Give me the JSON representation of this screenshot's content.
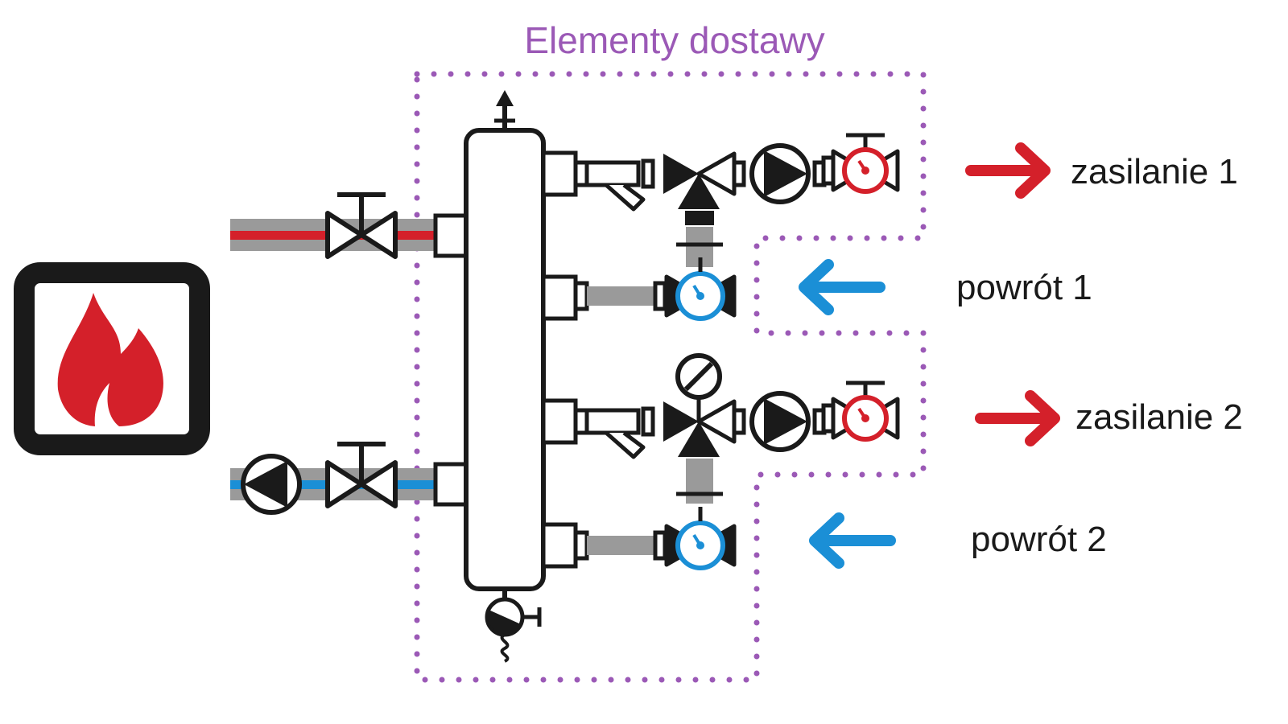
{
  "title": "Elementy dostawy",
  "labels": {
    "supply_1": "zasilanie 1",
    "return_1": "powrót 1",
    "supply_2": "zasilanie 2",
    "return_2": "powrót 2"
  },
  "colors": {
    "supply": "#d4202a",
    "return": "#1b8fd6",
    "boundary": "#9b59b6",
    "pipe": "#9a9a9a",
    "outline": "#1a1a1a"
  },
  "icons": [
    "boiler-flame-icon",
    "shutoff-valve-icon",
    "circulation-pump-icon",
    "hydraulic-separator-icon",
    "air-vent-icon",
    "drain-valve-icon",
    "strainer-icon",
    "three-way-mixing-valve-icon",
    "actuator-icon",
    "ball-valve-thermometer-icon",
    "flow-arrow-icon"
  ]
}
